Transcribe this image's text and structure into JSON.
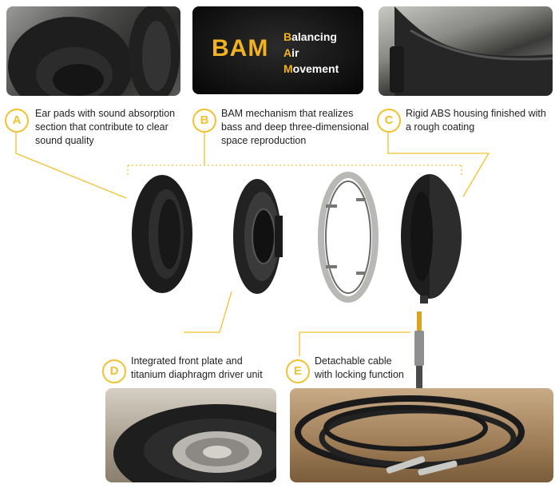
{
  "bam": {
    "acronym": "BAM",
    "words": [
      {
        "first": "B",
        "rest": "alancing"
      },
      {
        "first": "A",
        "rest": "ir"
      },
      {
        "first": "M",
        "rest": "ovement"
      }
    ]
  },
  "callouts": [
    {
      "letter": "A",
      "line1": "Ear pads with sound absorption",
      "line2": "section that contribute to clear",
      "line3": "sound quality"
    },
    {
      "letter": "B",
      "line1": "BAM mechanism that realizes",
      "line2": "bass and deep three-dimensional",
      "line3": "space reproduction"
    },
    {
      "letter": "C",
      "line1": "Rigid ABS housing finished with",
      "line2": "a rough coating"
    },
    {
      "letter": "D",
      "line1": "Integrated front plate and",
      "line2": "titanium diaphragm driver unit"
    },
    {
      "letter": "E",
      "line1": "Detachable cable",
      "line2": "with locking function"
    }
  ],
  "colors": {
    "accent": "#f2c12e",
    "text": "#222222",
    "panel": "#111111"
  }
}
